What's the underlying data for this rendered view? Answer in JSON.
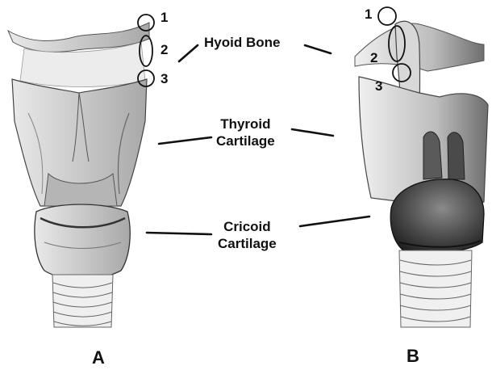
{
  "labels": {
    "hyoid": "Hyoid Bone",
    "thyroid_line1": "Thyroid",
    "thyroid_line2": "Cartilage",
    "cricoid_line1": "Cricoid",
    "cricoid_line2": "Cartilage"
  },
  "markers": {
    "a": [
      "1",
      "2",
      "3"
    ],
    "b": [
      "1",
      "2",
      "3"
    ]
  },
  "panels": {
    "a": "A",
    "b": "B"
  },
  "colors": {
    "ink": "#111111",
    "shade_light": "#cfcfcf",
    "shade_mid": "#9a9a9a",
    "shade_dark": "#3a3a3a",
    "background": "#ffffff"
  }
}
